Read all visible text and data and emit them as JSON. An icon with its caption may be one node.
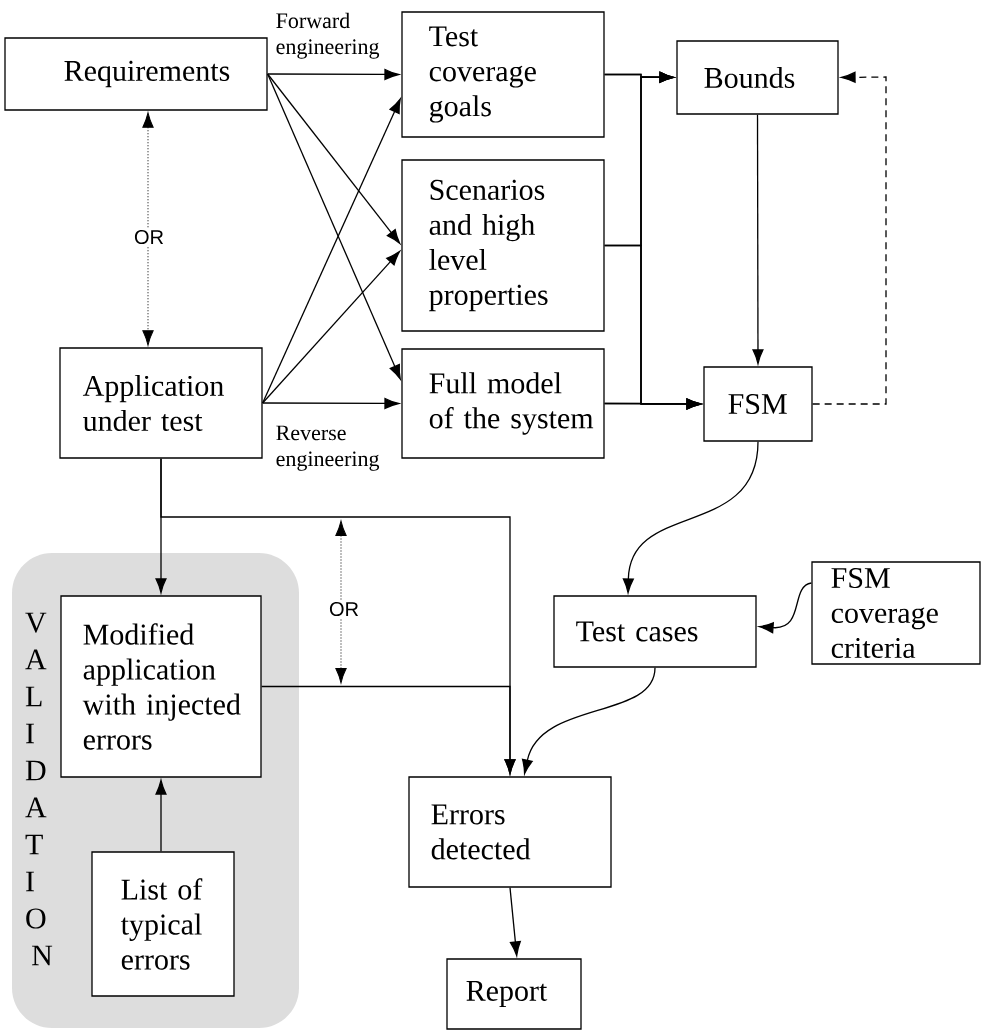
{
  "diagram": {
    "nodes": [
      {
        "text": [
          "Requirements"
        ]
      },
      {
        "text": [
          "Test coverage goals"
        ]
      },
      {
        "text": [
          "Scenarios and high level properties"
        ]
      },
      {
        "text": [
          "Full model of the system"
        ]
      },
      {
        "text": [
          "Bounds"
        ]
      },
      {
        "text": [
          "Application under test"
        ]
      },
      {
        "text": [
          "FSM"
        ]
      },
      {
        "text": [
          "VALIDATION"
        ]
      },
      {
        "text": [
          "Modified application with injected errors"
        ],
        "in": 7
      },
      {
        "text": [
          "List of typical errors"
        ],
        "in": 7
      },
      {
        "text": [
          "Test cases"
        ]
      },
      {
        "text": [
          "FSM coverage criteria"
        ]
      },
      {
        "text": [
          "Errors detected"
        ]
      },
      {
        "text": [
          "Report"
        ]
      }
    ],
    "edges": [
      {
        "from": 0,
        "to": 1,
        "arrow": "to",
        "label": "Forward engineering"
      },
      {
        "from": 0,
        "to": 2,
        "arrow": "to"
      },
      {
        "from": 0,
        "to": 3,
        "arrow": "to"
      },
      {
        "from": 5,
        "to": 1,
        "arrow": "to"
      },
      {
        "from": 5,
        "to": 2,
        "arrow": "to"
      },
      {
        "from": 5,
        "to": 3,
        "arrow": "to",
        "label": "Reverse engineering"
      },
      {
        "from": 1,
        "to": 4,
        "arrow": "to"
      },
      {
        "from": 2,
        "to": 4,
        "arrow": "to"
      },
      {
        "from": 3,
        "to": 4,
        "arrow": "to"
      },
      {
        "from": 1,
        "to": 6,
        "arrow": "to"
      },
      {
        "from": 2,
        "to": 6,
        "arrow": "to"
      },
      {
        "from": 3,
        "to": 6,
        "arrow": "to"
      },
      {
        "from": 4,
        "to": 6,
        "arrow": "to"
      },
      {
        "from": 6,
        "to": 4,
        "arrow": "to",
        "style": "dashed"
      },
      {
        "from": 6,
        "to": 10,
        "arrow": "to"
      },
      {
        "from": 11,
        "to": 10,
        "arrow": "to"
      },
      {
        "from": 5,
        "to": 8,
        "arrow": "to"
      },
      {
        "from": 5,
        "to": 12,
        "arrow": "to"
      },
      {
        "from": 8,
        "to": 12,
        "arrow": "to"
      },
      {
        "from": 10,
        "to": 12,
        "arrow": "to"
      },
      {
        "from": 9,
        "to": 8,
        "arrow": "to"
      },
      {
        "from": 12,
        "to": 13,
        "arrow": "to"
      },
      {
        "from": 0,
        "to": 5,
        "arrow": "both",
        "style": "dashed",
        "label": "OR"
      }
    ],
    "labels": [
      "OR"
    ]
  }
}
